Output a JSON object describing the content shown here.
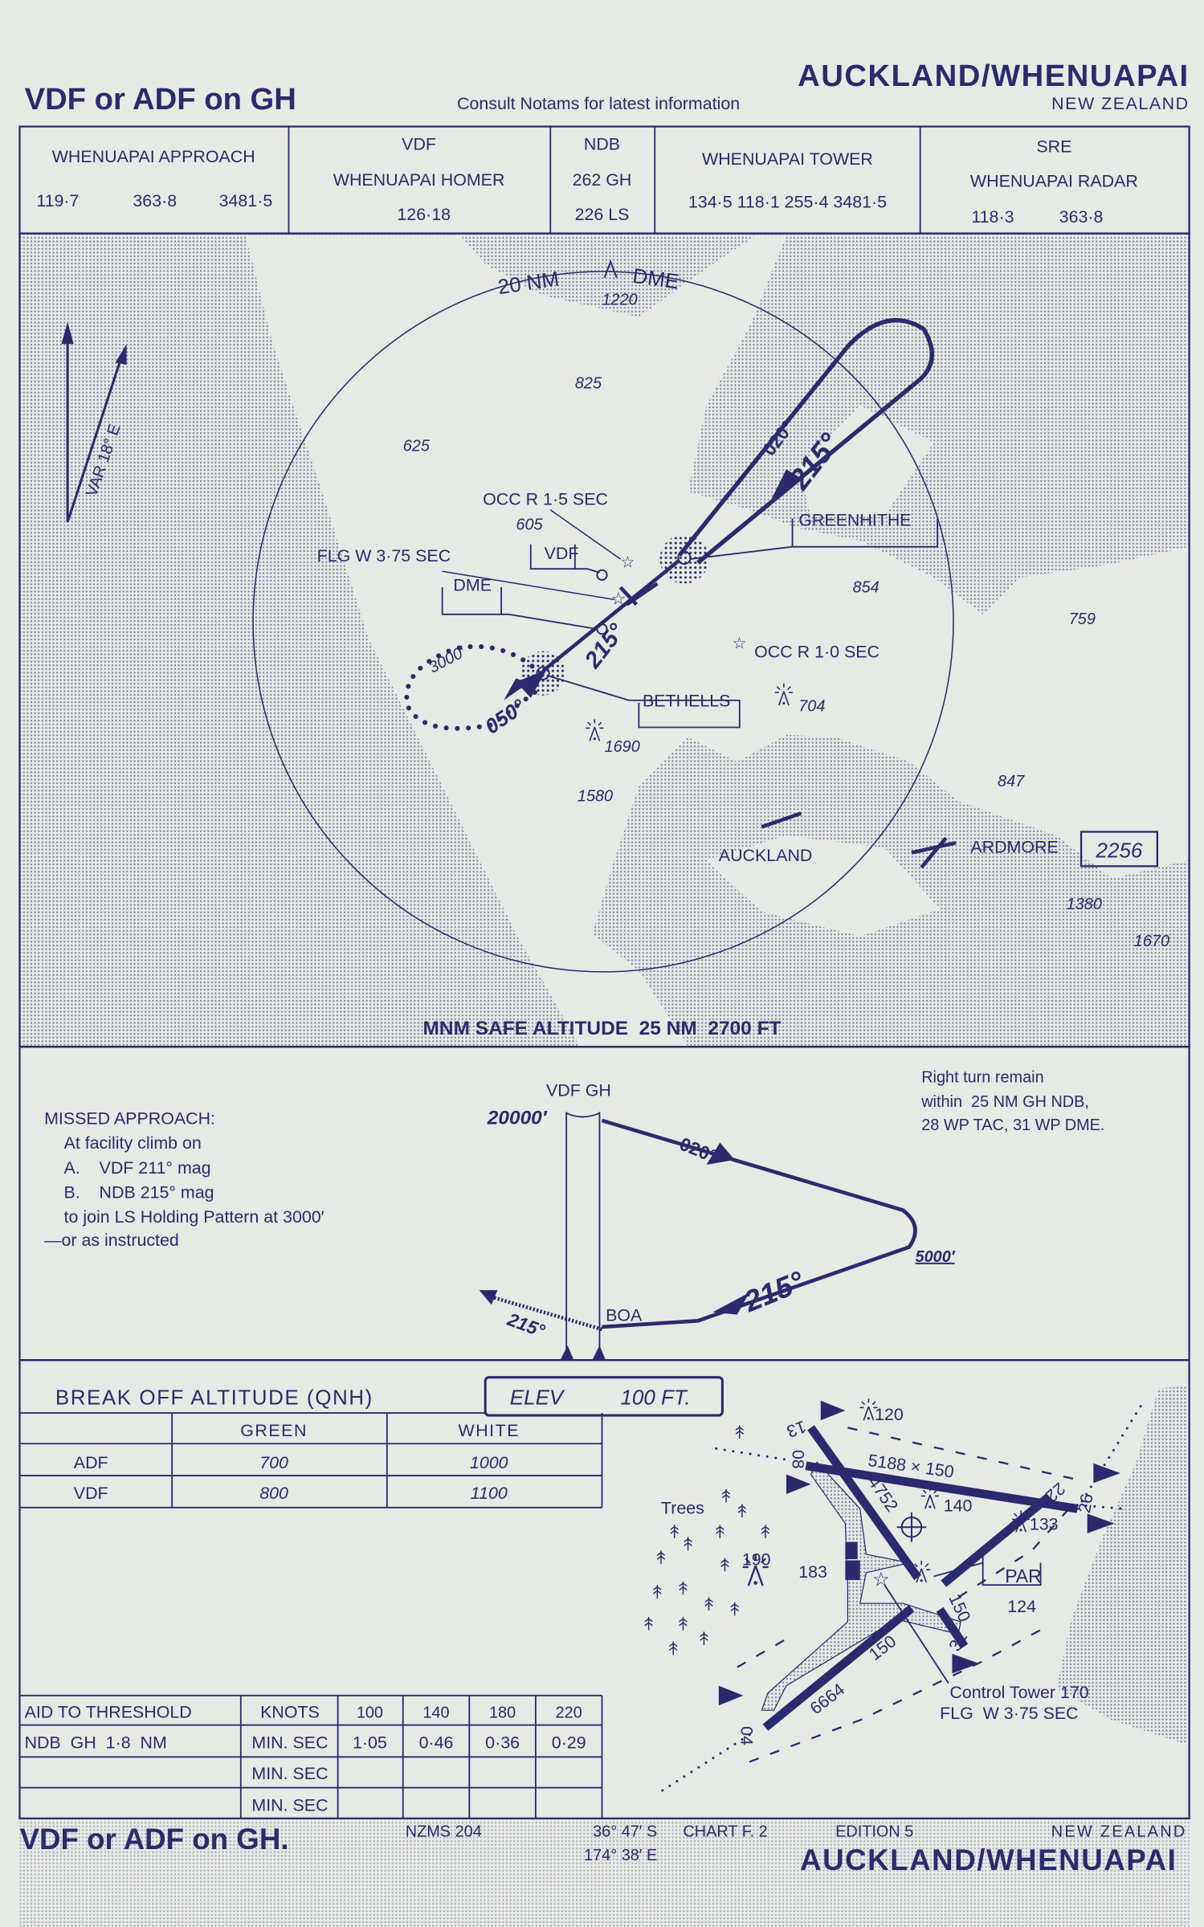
{
  "header": {
    "title_left": "VDF or ADF on GH",
    "title_right": "AUCKLAND/WHENUAPAI",
    "notice": "Consult Notams for latest information",
    "country": "NEW ZEALAND"
  },
  "frequencies": {
    "approach": {
      "name": "WHENUAPAI APPROACH",
      "values": [
        "119·7",
        "363·8",
        "3481·5"
      ]
    },
    "vdf": {
      "type": "VDF",
      "name": "WHENUAPAI HOMER",
      "value": "126·18"
    },
    "ndb": {
      "type": "NDB",
      "values": [
        "262 GH",
        "226 LS"
      ]
    },
    "tower": {
      "name": "WHENUAPAI TOWER",
      "values": "134·5 118·1 255·4 3481·5"
    },
    "sre": {
      "type": "SRE",
      "name": "WHENUAPAI RADAR",
      "values": [
        "118·3",
        "363·8"
      ]
    }
  },
  "plan": {
    "dme_ring": "20 NM",
    "dme_label": "DME",
    "variation": "VAR 18° E",
    "spot_heights": [
      "1220",
      "825",
      "625",
      "605",
      "854",
      "759",
      "704",
      "1690",
      "1580",
      "847",
      "1380",
      "1670"
    ],
    "boxed_height": "2256",
    "labels": {
      "occ_1_5": "OCC R 1·5 SEC",
      "vdf": "VDF",
      "flg": "FLG W 3·75 SEC",
      "dme": "DME",
      "greenhithe": "GREENHITHE",
      "bethells": "BETHELLS",
      "occ_1_0": "OCC R 1·0 SEC",
      "auckland": "AUCKLAND",
      "ardmore": "ARDMORE"
    },
    "tracks": {
      "outbound": "020°",
      "inbound": "215°",
      "inbound_ls": "215°",
      "ls_hold": "050°",
      "hold_alt": "3000′"
    },
    "msa": "MNM SAFE ALTITUDE  25 NM  2700 FT"
  },
  "profile": {
    "facility": "VDF GH",
    "top_alt": "20000′",
    "outbound": "020°",
    "turn_alt": "5000′",
    "inbound": "215°",
    "boa": "BOA",
    "missed_track": "215°",
    "missed_approach": [
      "MISSED APPROACH:",
      "At facility climb on",
      "A.    VDF 211° mag",
      "B.    NDB 215° mag",
      "to join LS Holding Pattern at 3000′",
      "—or as instructed"
    ],
    "turn_note": [
      "Right turn remain",
      "within  25 NM GH NDB,",
      "28 WP TAC, 31 WP DME."
    ]
  },
  "break_off": {
    "title": "BREAK OFF ALTITUDE (QNH)",
    "elev": "ELEV",
    "elev_value": "100 FT.",
    "columns": [
      "GREEN",
      "WHITE"
    ],
    "rows": [
      {
        "aid": "ADF",
        "green": "700",
        "white": "1000"
      },
      {
        "aid": "VDF",
        "green": "800",
        "white": "1100"
      }
    ]
  },
  "timing": {
    "header": [
      "AID TO THRESHOLD",
      "KNOTS",
      "100",
      "140",
      "180",
      "220"
    ],
    "rows": [
      [
        "NDB  GH  1·8  NM",
        "MIN. SEC",
        "1·05",
        "0·46",
        "0·36",
        "0·29"
      ],
      [
        "",
        "MIN. SEC",
        "",
        "",
        "",
        ""
      ],
      [
        "",
        "MIN. SEC",
        "",
        "",
        "",
        ""
      ]
    ]
  },
  "aerodrome": {
    "runways": {
      "r13": "13",
      "r31": "31",
      "r08": "08",
      "r26": "26",
      "r04": "04",
      "r22": "22"
    },
    "dims": {
      "r08": "5188 × 150",
      "r13": "4752",
      "r13w": "150",
      "r04": "6664",
      "r04w": "150"
    },
    "obstacles": [
      "120",
      "140",
      "133",
      "190",
      "183"
    ],
    "trees": "Trees",
    "par": "PAR",
    "par_value": "124",
    "tower": "Control Tower 170",
    "tower_light": "FLG  W 3·75 SEC"
  },
  "footer": {
    "title_left": "VDF or ADF on GH.",
    "map_ref": "NZMS 204",
    "lat": "36° 47′ S",
    "lon": "174° 38′ E",
    "chart": "CHART F. 2",
    "edition": "EDITION 5",
    "country": "NEW ZEALAND",
    "title_right": "AUCKLAND/WHENUAPAI"
  },
  "colors": {
    "ink": "#2b2a6e",
    "paper": "#e7e9e5"
  }
}
